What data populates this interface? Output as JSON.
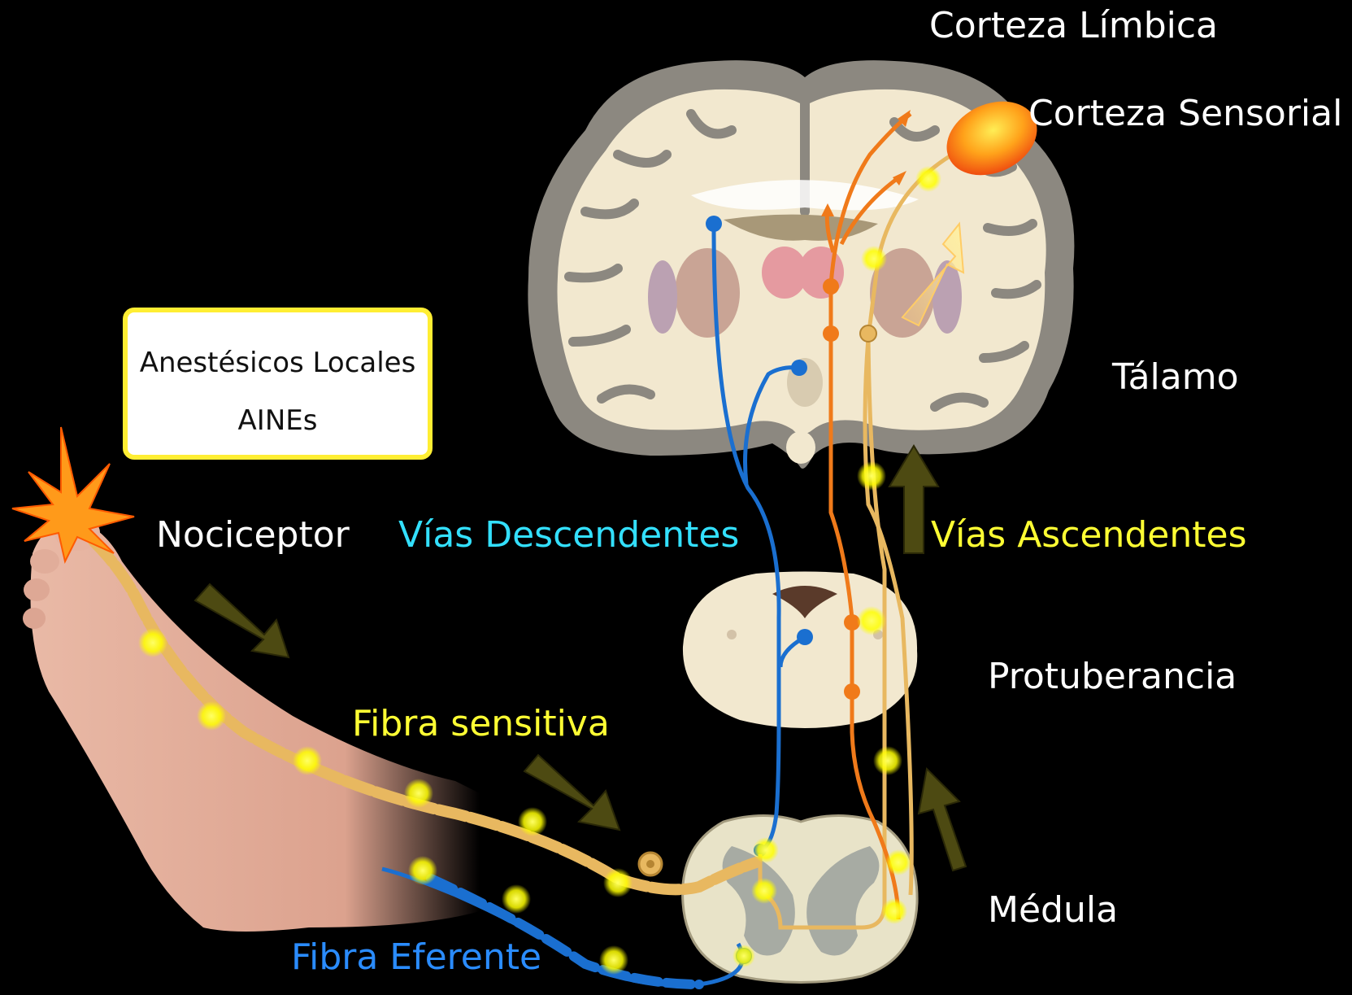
{
  "labels": {
    "corteza_limbica": "Corteza Límbica",
    "corteza_sensorial": "Corteza Sensorial",
    "talamo": "Tálamo",
    "nociceptor": "Nociceptor",
    "vias_descendentes": "Vías Descendentes",
    "vias_ascendentes": "Vías Ascendentes",
    "protuberancia": "Protuberancia",
    "fibra_sensitiva": "Fibra sensitiva",
    "medula": "Médula",
    "fibra_eferente": "Fibra Eferente"
  },
  "drug_box": {
    "line1": "Anestésicos Locales",
    "line2": "AINEs"
  },
  "colors": {
    "background": "#000000",
    "ascending_path": "#e8b860",
    "orange_path": "#f07a1a",
    "descending_path": "#1a6fd0",
    "highlight_dot": "#ffff00",
    "brain_tissue": "#f2e8cf",
    "cortex_gray": "#8c8880",
    "arrow_olive": "#4d4a12"
  }
}
